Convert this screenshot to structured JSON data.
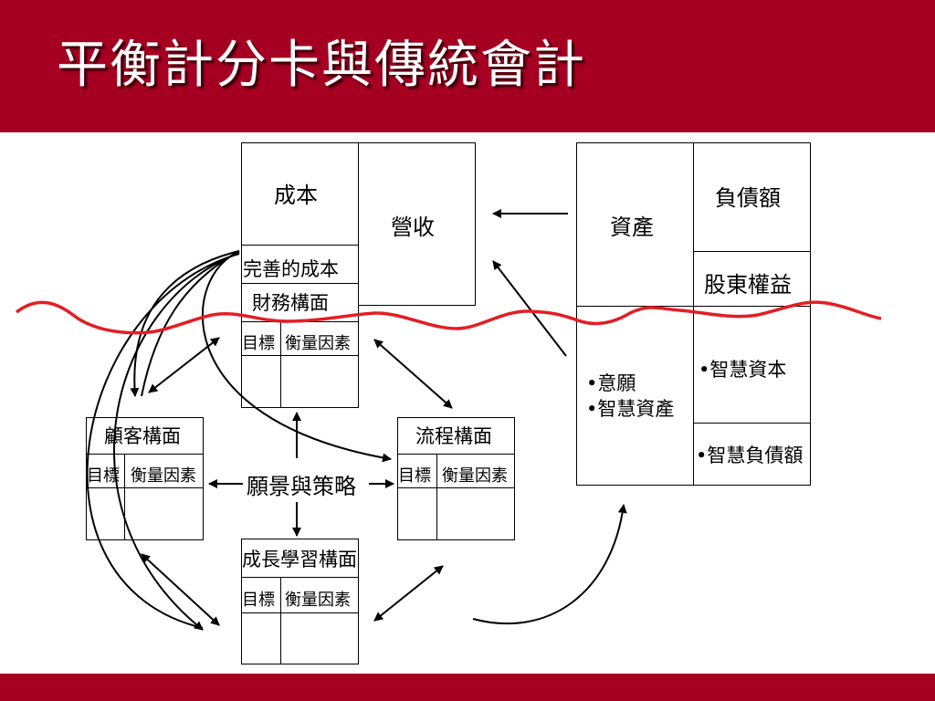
{
  "slide": {
    "title": "平衡計分卡與傳統會計",
    "accent_color": "#a50022",
    "wave_color": "#e31e24"
  },
  "income_statement": {
    "cost": "成本",
    "revenue": "營收",
    "improved_cost": "完善的成本"
  },
  "balance_sheet": {
    "assets": "資產",
    "liabilities": "負債額",
    "equity": "股東權益",
    "vision_item1": "•意願",
    "vision_item2": "•智慧資產",
    "intellectual_capital": "•智慧資本",
    "intellectual_liabilities": "•智慧負債額"
  },
  "perspectives": {
    "financial": {
      "title": "財務構面",
      "col1": "目標",
      "col2": "衡量因素"
    },
    "customer": {
      "title": "顧客構面",
      "col1": "目標",
      "col2": "衡量因素"
    },
    "process": {
      "title": "流程構面",
      "col1": "目標",
      "col2": "衡量因素"
    },
    "learning": {
      "title": "成長學習構面",
      "col1": "目標",
      "col2": "衡量因素"
    },
    "center": "願景與策略"
  }
}
